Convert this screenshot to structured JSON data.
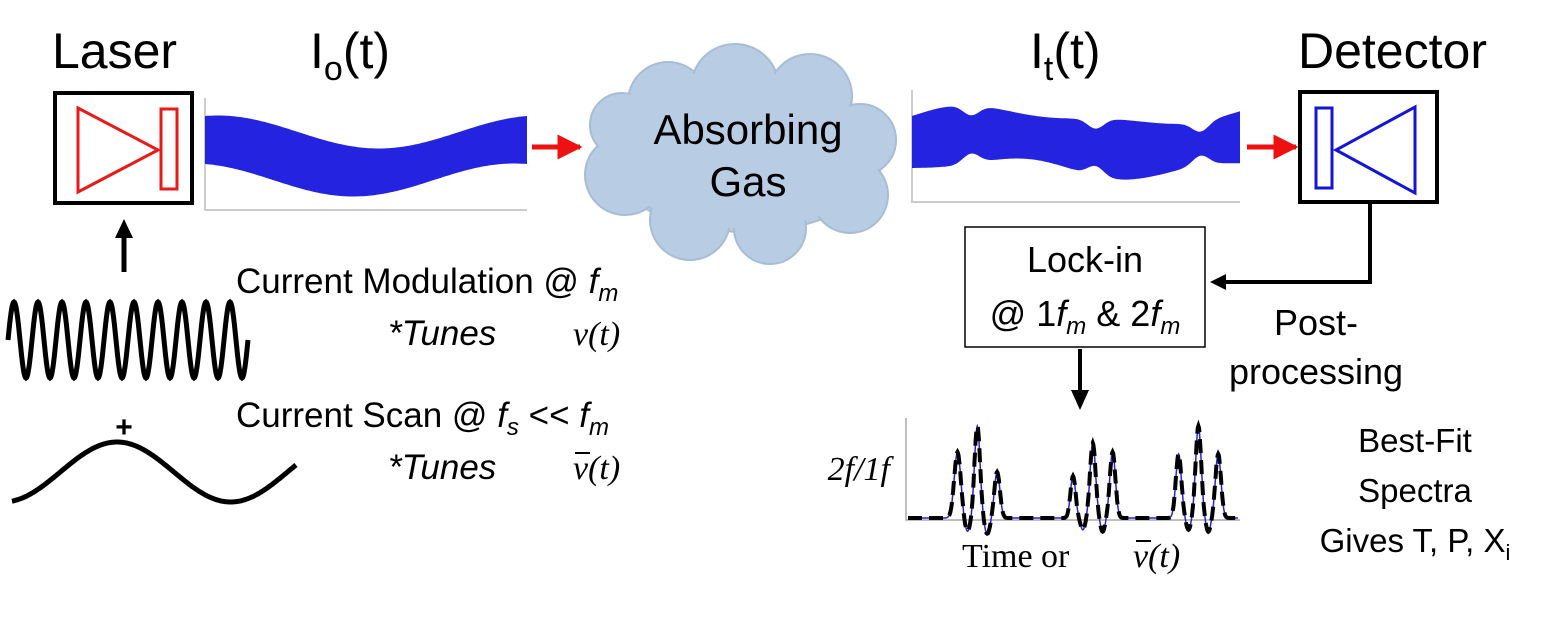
{
  "laser": {
    "label": "Laser"
  },
  "detector": {
    "label": "Detector"
  },
  "incident_intensity": {
    "symbol": "I",
    "subscript": "o",
    "arg": "(t)"
  },
  "transmitted_intensity": {
    "symbol": "I",
    "subscript": "t",
    "arg": "(t)"
  },
  "gas": {
    "line1": "Absorbing",
    "line2": "Gas"
  },
  "modulation": {
    "line1": "Current Modulation @ ",
    "freq_symbol": "f",
    "freq_sub": "m",
    "tunes_label": "*Tunes",
    "tunes_symbol": "v(t)"
  },
  "plus_sign": "+",
  "scan": {
    "line1": "Current Scan @ ",
    "freq_symbol": "f",
    "freq_sub": "s",
    "relation": " << ",
    "freq2_symbol": "f",
    "freq2_sub": "m",
    "tunes_label": "*Tunes",
    "tunes_symbol": "v(t)"
  },
  "lockin": {
    "line1": "Lock-in",
    "at": "@ 1",
    "f1_sub": "m",
    "amp": " & 2",
    "f2_sub": "m",
    "f_symbol": "f"
  },
  "postprocessing": {
    "line1": "Post-",
    "line2": "processing"
  },
  "spectrum_plot": {
    "ylabel": "2f/1f",
    "xlabel_prefix": "Time or",
    "xlabel_symbol": "v(t)"
  },
  "result": {
    "line1": "Best-Fit",
    "line2": "Spectra",
    "line3": "Gives T, P, X",
    "line3_sub": "i"
  },
  "colors": {
    "laser_diode": "#e81a1a",
    "detector_diode": "#1515d6",
    "beam": "#2323e0",
    "arrow_red": "#ee1111",
    "cloud": "#b8cde3"
  }
}
